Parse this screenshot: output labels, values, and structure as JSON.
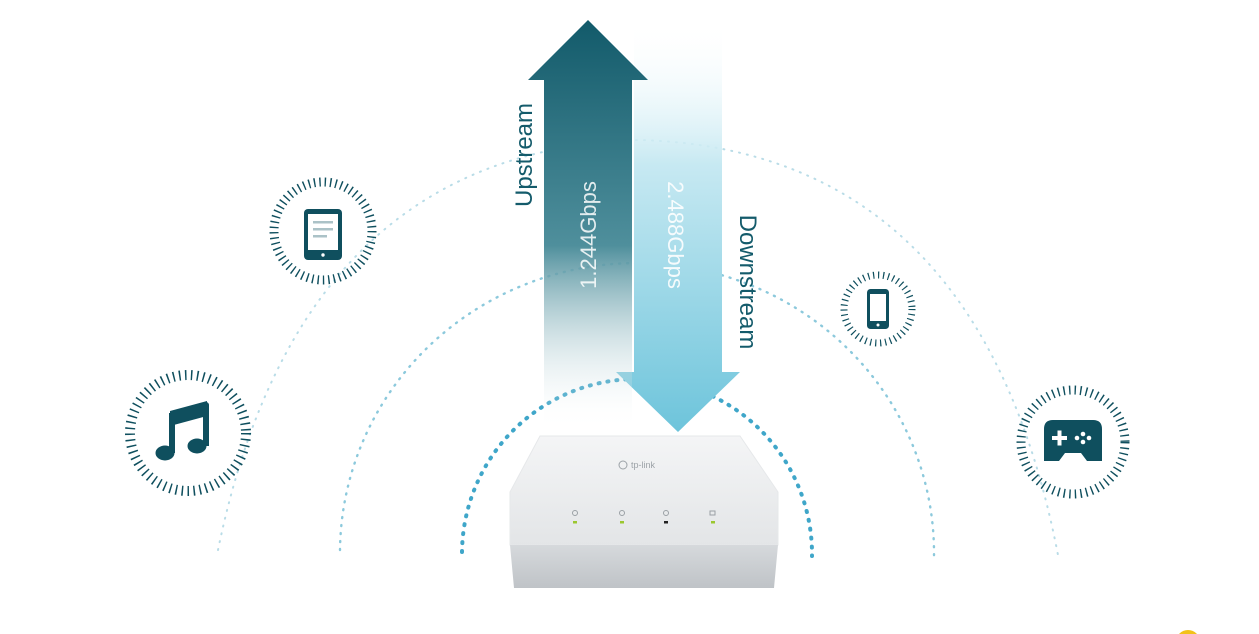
{
  "upstream": {
    "label": "Upstream",
    "speed": "1.244Gbps"
  },
  "downstream": {
    "label": "Downstream",
    "speed": "2.488Gbps"
  },
  "device": {
    "brand_logo": "tp-link"
  },
  "icons": [
    "tablet-icon",
    "music-note-icon",
    "smartphone-icon",
    "gamepad-icon"
  ],
  "colors": {
    "upstream_arrow": "#145b6b",
    "downstream_arrow": "#6fc4dc",
    "icon_dark": "#0f4f5e",
    "wave_dots": "#5fb3cf"
  }
}
